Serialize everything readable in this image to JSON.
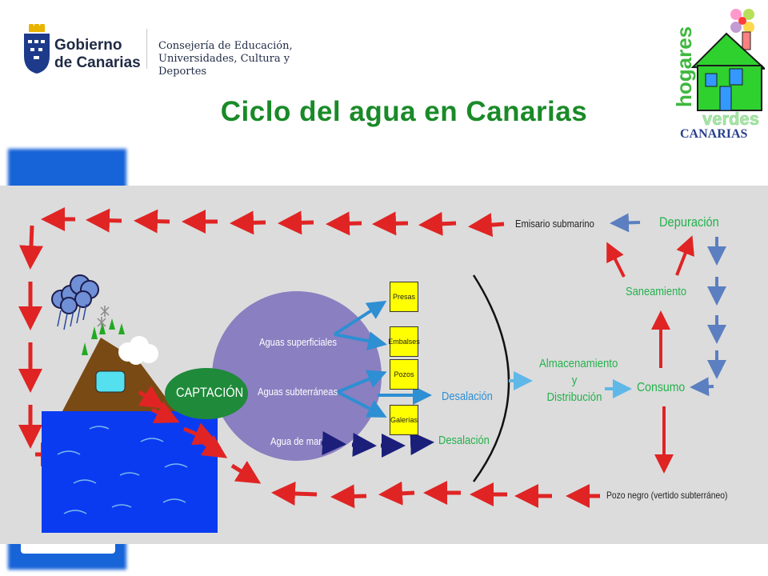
{
  "header": {
    "title": "Ciclo del agua en Canarias",
    "gov_logo": {
      "line1": "Gobierno",
      "line2": "de Canarias",
      "dept_line1": "Consejería de Educación,",
      "dept_line2": "Universidades, Cultura y Deportes"
    },
    "hv_logo": {
      "word1": "hogares",
      "word2": "verdes",
      "word3": "CANARIAS"
    }
  },
  "diagram": {
    "captacion": "CAPTACIÓN",
    "sources": {
      "surface": "Aguas superficiales",
      "underground": "Aguas subterráneas",
      "sea": "Agua de mar"
    },
    "boxes": {
      "presas": "Presas",
      "embalses": "Embalses",
      "pozos": "Pozos",
      "galerias": "Galerías"
    },
    "desalacion_1": "Desalación",
    "desalacion_2": "Desalación",
    "almacenamiento": {
      "line1": "Almacenamiento",
      "line2": "y",
      "line3": "Distribución"
    },
    "consumo": "Consumo",
    "saneamiento": "Saneamiento",
    "depuracion": "Depuración",
    "emisario": "Emisario submarino",
    "pozo_negro": "Pozo negro (vertido subterráneo)"
  },
  "colors": {
    "title_green": "#1a8a28",
    "label_green": "#23b14c",
    "arrow_red": "#e02424",
    "arrow_blue": "#2e8fd3",
    "arrow_navy": "#1b1f7a",
    "arrow_steel": "#5b7fc0",
    "sea_blue": "#0b3bf0",
    "diagram_bg": "#dcdcdc"
  }
}
